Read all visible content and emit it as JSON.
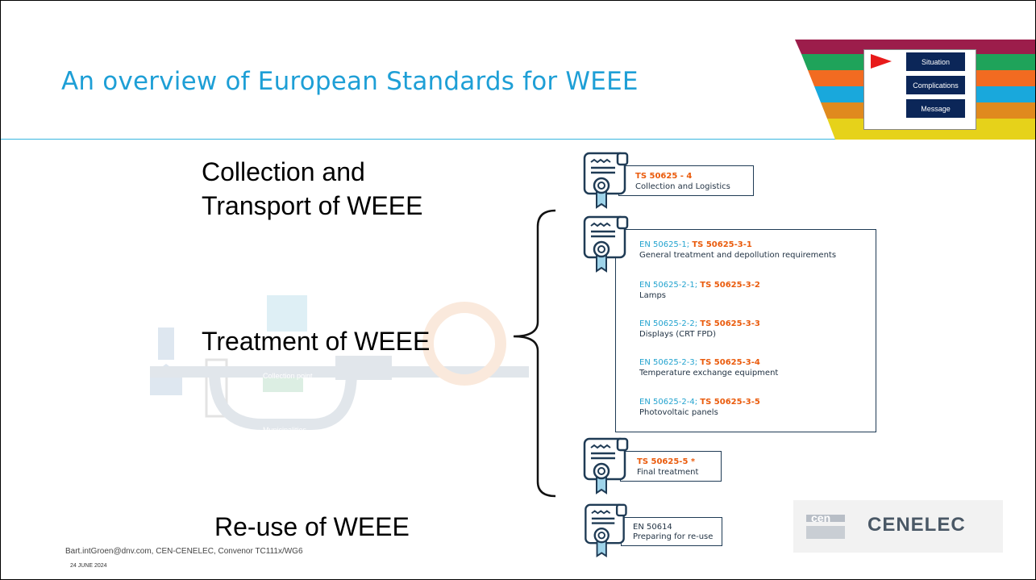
{
  "title": "An overview of European Standards for WEEE",
  "nav": {
    "items": [
      "Situation",
      "Complications",
      "Message"
    ],
    "active_index": 0,
    "pointer_color": "#e81a1a",
    "button_color": "#0b2658",
    "band_colors": [
      "#9c1d4b",
      "#1fa35a",
      "#f26b21",
      "#19a8dc",
      "#e08a1e",
      "#e6d21a"
    ]
  },
  "categories": {
    "collection_line1": "Collection and",
    "collection_line2": "Transport of WEEE",
    "treatment": "Treatment of WEEE",
    "reuse": "Re-use of WEEE"
  },
  "standards": {
    "collection": {
      "code": "TS 50625 - 4",
      "desc": "Collection and Logistics"
    },
    "treatment": [
      {
        "en": "EN 50625-1;",
        "ts": "TS 50625-3-1",
        "desc": "General treatment and depollution requirements"
      },
      {
        "en": "EN 50625-2-1;",
        "ts": "TS 50625-3-2",
        "desc": "Lamps"
      },
      {
        "en": "EN 50625-2-2;",
        "ts": "TS 50625-3-3",
        "desc": "Displays (CRT FPD)"
      },
      {
        "en": "EN 50625-2-3;",
        "ts": "TS 50625-3-4",
        "desc": "Temperature exchange equipment"
      },
      {
        "en": "EN 50625-2-4;",
        "ts": "TS 50625-3-5",
        "desc": "Photovoltaic panels"
      }
    ],
    "final": {
      "code": "TS 50625-5 *",
      "desc": "Final treatment"
    },
    "reuse": {
      "code": "EN 50614",
      "desc": "Preparing for re-use"
    }
  },
  "background": {
    "collection_point": "Collection point",
    "municipality": "Municipalities"
  },
  "footer": {
    "contact": "Bart.intGroen@dnv.com, CEN-CENELEC, Convenor TC111x/WG6",
    "date": "24 JUNE 2024"
  },
  "logo": {
    "cen": "cen",
    "cenelec": "CENELEC"
  }
}
